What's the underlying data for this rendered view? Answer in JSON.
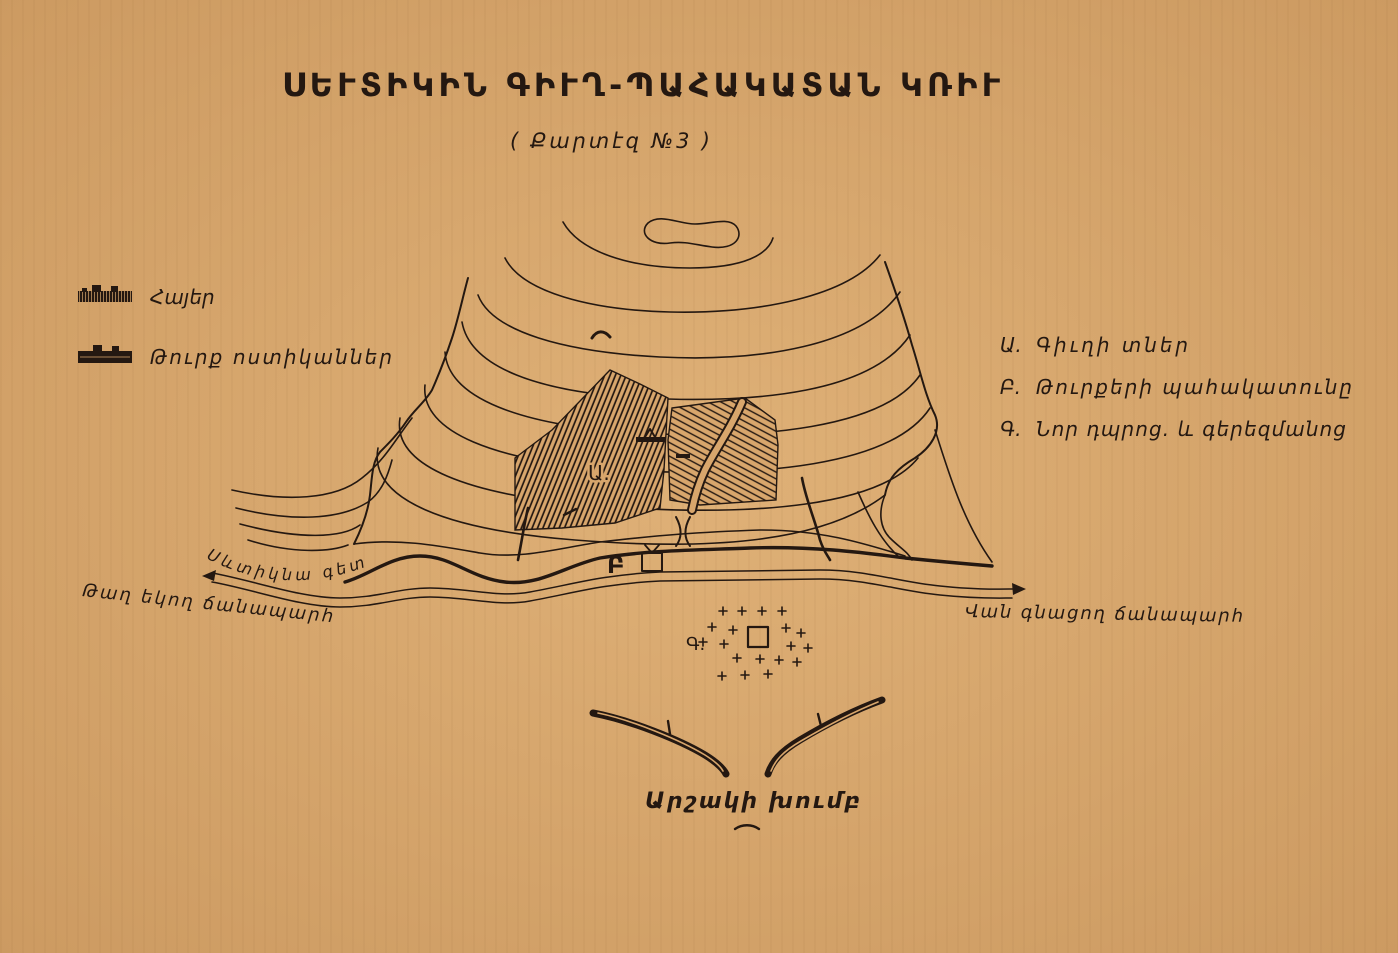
{
  "map": {
    "title": "ՍԵՒՏԻԿԻՆ ԳԻՒՂ-ՊԱՀԱԿԱՏԱՆ ԿՌԻՒ",
    "subtitle": "( Քարտէզ №3 )",
    "legend_left": [
      {
        "label": "Հայեր",
        "icon": "armenian-position-icon"
      },
      {
        "label": "Թուրք ոստիկաններ",
        "icon": "turkish-police-icon"
      }
    ],
    "legend_right": [
      {
        "key": "Ա.",
        "label": "Գիւղի տներ"
      },
      {
        "key": "Բ.",
        "label": "Թուրքերի պահակատունը"
      },
      {
        "key": "Գ.",
        "label": "Նոր դպրոց. և գերեզմանոց"
      }
    ],
    "markers": {
      "village": "Ա.",
      "guardhouse": "Բ",
      "cemetery": "Գ."
    },
    "labels": {
      "river": "Սևտիկնա գետ",
      "road_west": "Թաղ եկող ճանապարհ",
      "road_east": "Վան գնացող ճանապարհ",
      "armenian_group": "Արշակի խումբ"
    },
    "colors": {
      "paper": "#d8a66c",
      "ink": "#241811"
    }
  }
}
